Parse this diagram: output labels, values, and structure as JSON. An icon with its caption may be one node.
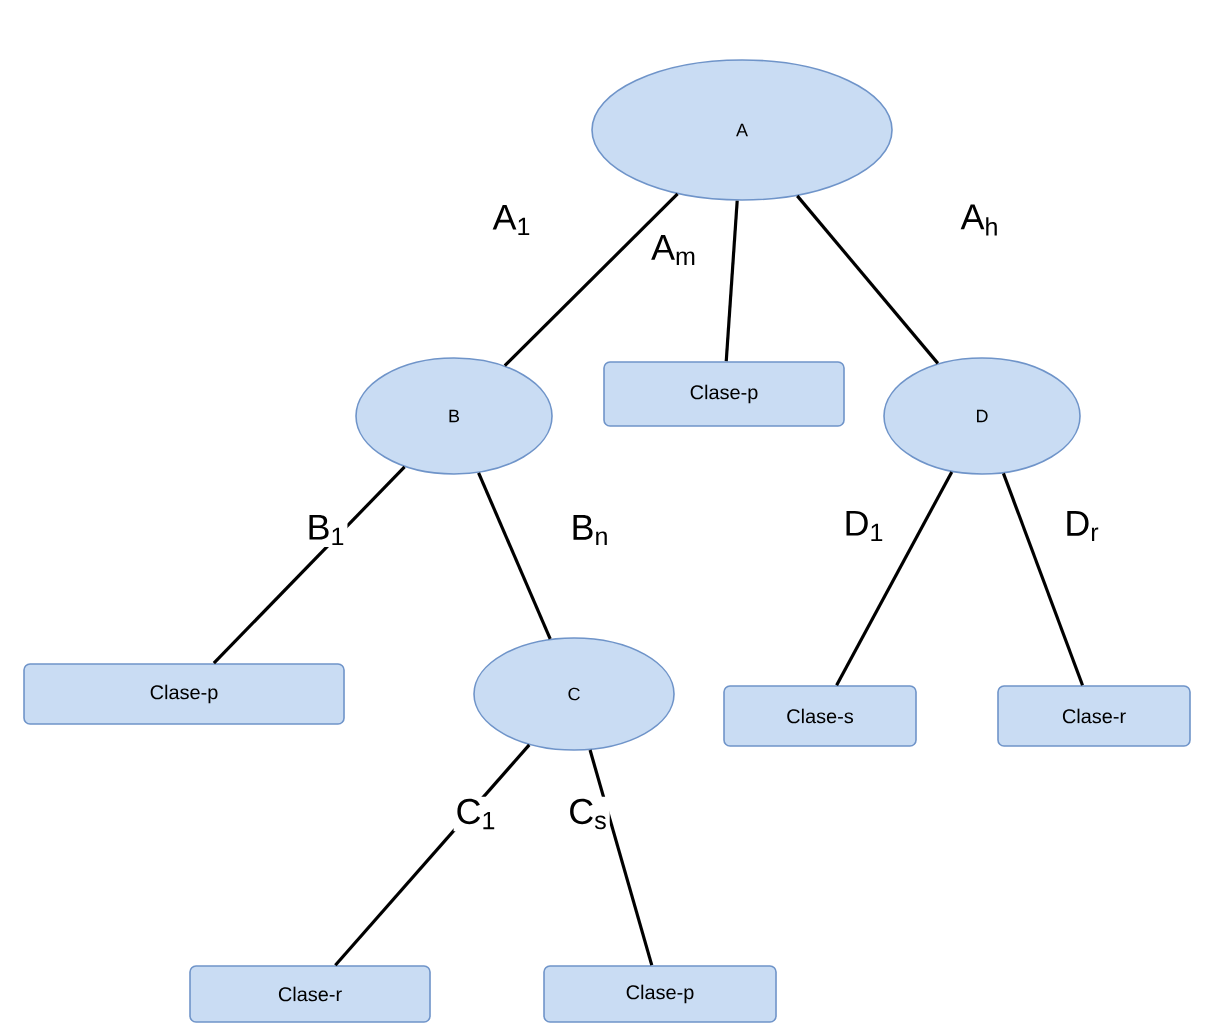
{
  "diagram": {
    "nodes": [
      {
        "text": [
          "A"
        ]
      },
      {
        "text": [
          "B"
        ]
      },
      {
        "text": [
          "Clase-p"
        ]
      },
      {
        "text": [
          "D"
        ]
      },
      {
        "text": [
          "Clase-p"
        ]
      },
      {
        "text": [
          "C"
        ]
      },
      {
        "text": [
          "Clase-s"
        ]
      },
      {
        "text": [
          "Clase-r"
        ]
      },
      {
        "text": [
          "Clase-r"
        ]
      },
      {
        "text": [
          "Clase-p"
        ]
      }
    ],
    "edges": [
      {
        "from": 0,
        "to": 1,
        "arrow": "none",
        "label": "A$_{1}$"
      },
      {
        "from": 0,
        "to": 2,
        "arrow": "none",
        "label": "A$_{m}$"
      },
      {
        "from": 0,
        "to": 3,
        "arrow": "none",
        "label": "A$_{h}$"
      },
      {
        "from": 1,
        "to": 4,
        "arrow": "none",
        "label": "B$_{1}$"
      },
      {
        "from": 1,
        "to": 5,
        "arrow": "none",
        "label": "B$_{n}$"
      },
      {
        "from": 3,
        "to": 6,
        "arrow": "none",
        "label": "D$_{1}$"
      },
      {
        "from": 3,
        "to": 7,
        "arrow": "none",
        "label": "D$_{r}$"
      },
      {
        "from": 5,
        "to": 8,
        "arrow": "none",
        "label": "C$_{1}$"
      },
      {
        "from": 5,
        "to": 9,
        "arrow": "none",
        "label": "C$_{s}$"
      }
    ]
  }
}
